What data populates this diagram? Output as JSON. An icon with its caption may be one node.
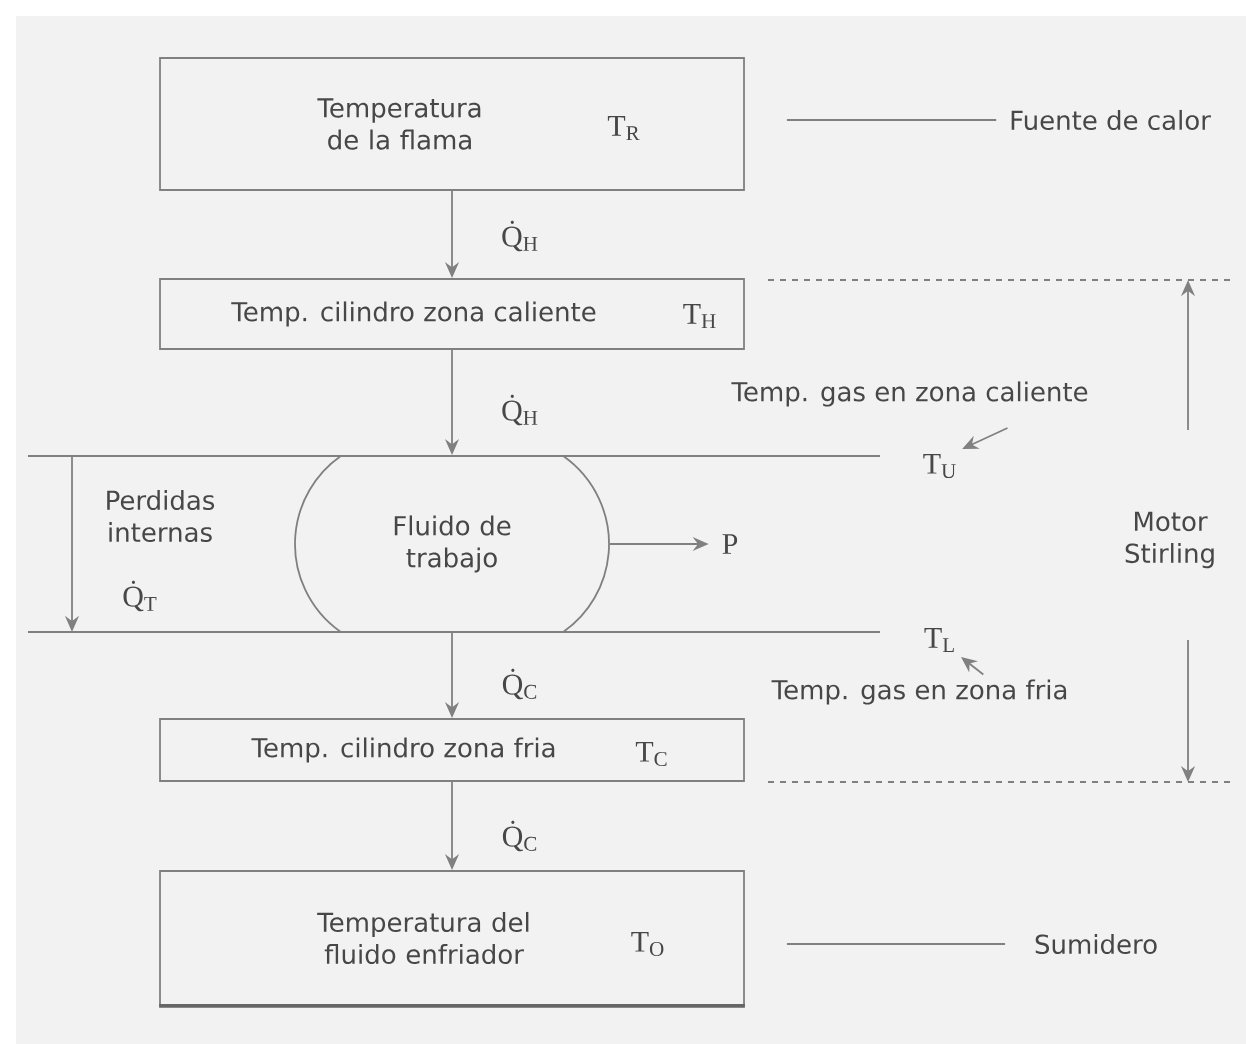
{
  "diagram": {
    "nodes": [
      {
        "text": [
          "Temperatura de la flama",
          "T$_{R}$"
        ]
      },
      {
        "text": [
          "Fuente de calor"
        ]
      },
      {
        "text": [
          "Temp. cilindro zona caliente",
          "T$_{H}$"
        ]
      },
      {
        "text": [
          "Temp. gas en zona caliente"
        ]
      },
      {
        "text": [
          "T$_{U}$"
        ]
      },
      {
        "text": [
          "Fluido de trabajo"
        ]
      },
      {
        "text": [
          "P"
        ]
      },
      {
        "text": [
          "T$_{L}$"
        ]
      },
      {
        "text": [
          "Temp. gas en zona fria"
        ]
      },
      {
        "text": [
          "Temp. cilindro zona fria",
          "T$_{C}$"
        ]
      },
      {
        "text": [
          "Temperatura del fluido enfriador",
          "T$_{O}$"
        ]
      },
      {
        "text": [
          "Sumidero"
        ]
      }
    ],
    "edges": [
      {
        "from": 0,
        "to": 2,
        "arrow": "to",
        "label": "Q̇$_{H}$"
      },
      {
        "from": 2,
        "to": 5,
        "arrow": "to",
        "label": "Q̇$_{H}$"
      },
      {
        "from": 5,
        "to": 9,
        "arrow": "to",
        "label": "Q̇$_{C}$"
      },
      {
        "from": 9,
        "to": 10,
        "arrow": "to",
        "label": "Q̇$_{C}$"
      },
      {
        "from": 0,
        "to": 1,
        "arrow": "none"
      },
      {
        "from": 10,
        "to": 11,
        "arrow": "none"
      },
      {
        "from": 5,
        "to": 6,
        "arrow": "to"
      },
      {
        "from": 3,
        "to": 4,
        "arrow": "to"
      },
      {
        "from": 8,
        "to": 7,
        "arrow": "to"
      }
    ],
    "labels": [
      "Perdidas internas",
      "Q̇$_{T}$",
      "Motor Stirling"
    ]
  }
}
